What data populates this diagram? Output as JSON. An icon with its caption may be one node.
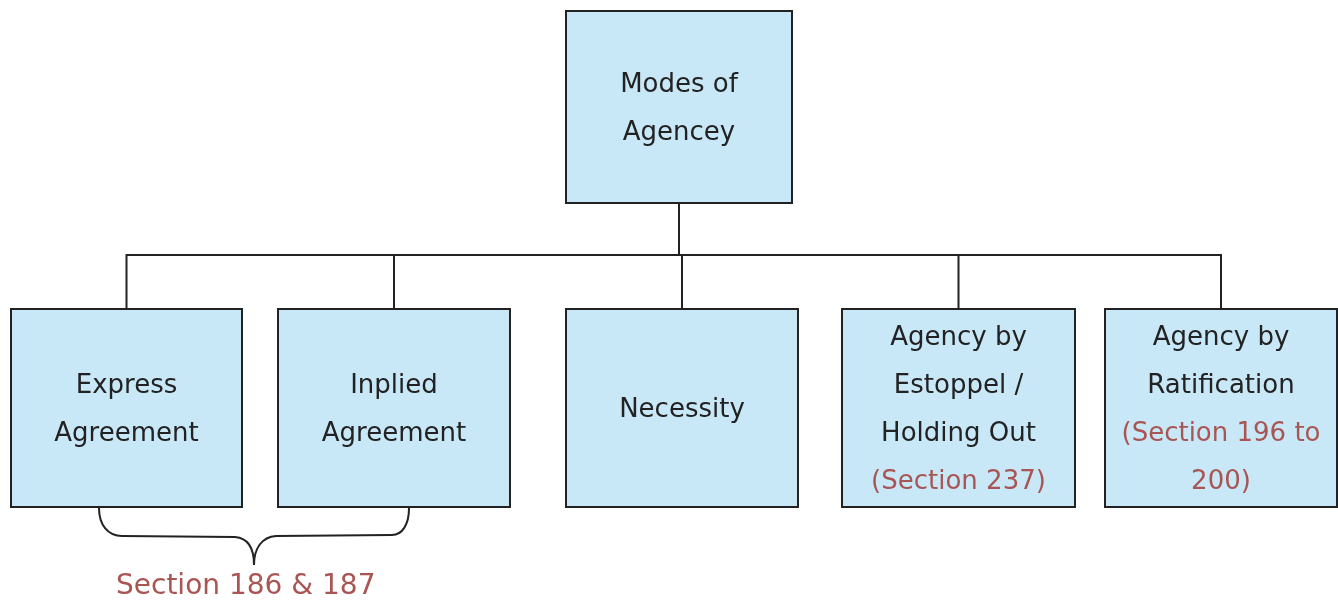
{
  "diagram": {
    "nodes": [
      {
        "text": [
          "Modes of Agencey"
        ]
      },
      {
        "text": [
          "Express Agreement"
        ]
      },
      {
        "text": [
          "Inplied Agreement"
        ]
      },
      {
        "text": [
          "Necessity"
        ]
      },
      {
        "text": [
          "Agency by Estoppel / Holding Out",
          "(Section 237)"
        ]
      },
      {
        "text": [
          "Agency by Ratification",
          "(Section 196 to 200)"
        ]
      }
    ],
    "edges": [
      {
        "from": 0,
        "to": 1,
        "arrow": "none"
      },
      {
        "from": 0,
        "to": 2,
        "arrow": "none"
      },
      {
        "from": 0,
        "to": 3,
        "arrow": "none"
      },
      {
        "from": 0,
        "to": 4,
        "arrow": "none"
      },
      {
        "from": 0,
        "to": 5,
        "arrow": "none"
      }
    ],
    "labels": [
      "Section 186 & 187"
    ]
  }
}
